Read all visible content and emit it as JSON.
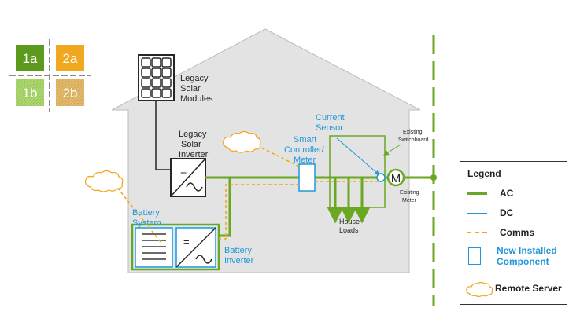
{
  "tiles": [
    "1a",
    "2a",
    "1b",
    "2b"
  ],
  "labels": {
    "legacy_solar_modules": [
      "Legacy",
      "Solar",
      "Modules"
    ],
    "legacy_solar_inverter": [
      "Legacy",
      "Solar",
      "Inverter"
    ],
    "current_sensor": [
      "Current",
      "Sensor"
    ],
    "smart_controller": [
      "Smart",
      "Controller/",
      "Meter"
    ],
    "existing_switchboard": [
      "Existing",
      "Switchboard"
    ],
    "meter_symbol": "M",
    "existing_meter": [
      "Existing",
      "Meter"
    ],
    "house_loads": [
      "House",
      "Loads"
    ],
    "battery_system": [
      "Battery",
      "System"
    ],
    "battery_inverter": [
      "Battery",
      "Inverter"
    ],
    "inverter_symbol": "="
  },
  "legend": {
    "title": "Legend",
    "ac": "AC",
    "dc": "DC",
    "comms": "Comms",
    "new_component": [
      "New Installed",
      "Component"
    ],
    "remote_server": "Remote Server"
  },
  "colors": {
    "ac": "#6aa723",
    "dc": "#1f97d8",
    "comms": "#f3a518",
    "house": "#e3e3e3",
    "tile_1a": "#5c9a1e",
    "tile_2a": "#f0a820",
    "tile_1b": "#9ccb5a",
    "tile_2b": "#d8ad57"
  }
}
